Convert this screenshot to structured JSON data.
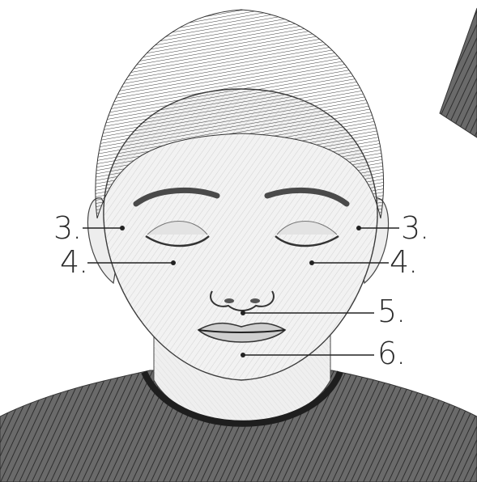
{
  "points": [
    {
      "id": "3-left",
      "label": "3."
    },
    {
      "id": "3-right",
      "label": "3."
    },
    {
      "id": "4-left",
      "label": "4."
    },
    {
      "id": "4-right",
      "label": "4."
    },
    {
      "id": "5",
      "label": "5."
    },
    {
      "id": "6",
      "label": "6."
    }
  ],
  "colors": {
    "ink": "#2b2b2b",
    "skin": "#f2f2f2",
    "hair": "#555555",
    "shirt": "#4a4a4a",
    "collar": "#1e1e1e"
  }
}
